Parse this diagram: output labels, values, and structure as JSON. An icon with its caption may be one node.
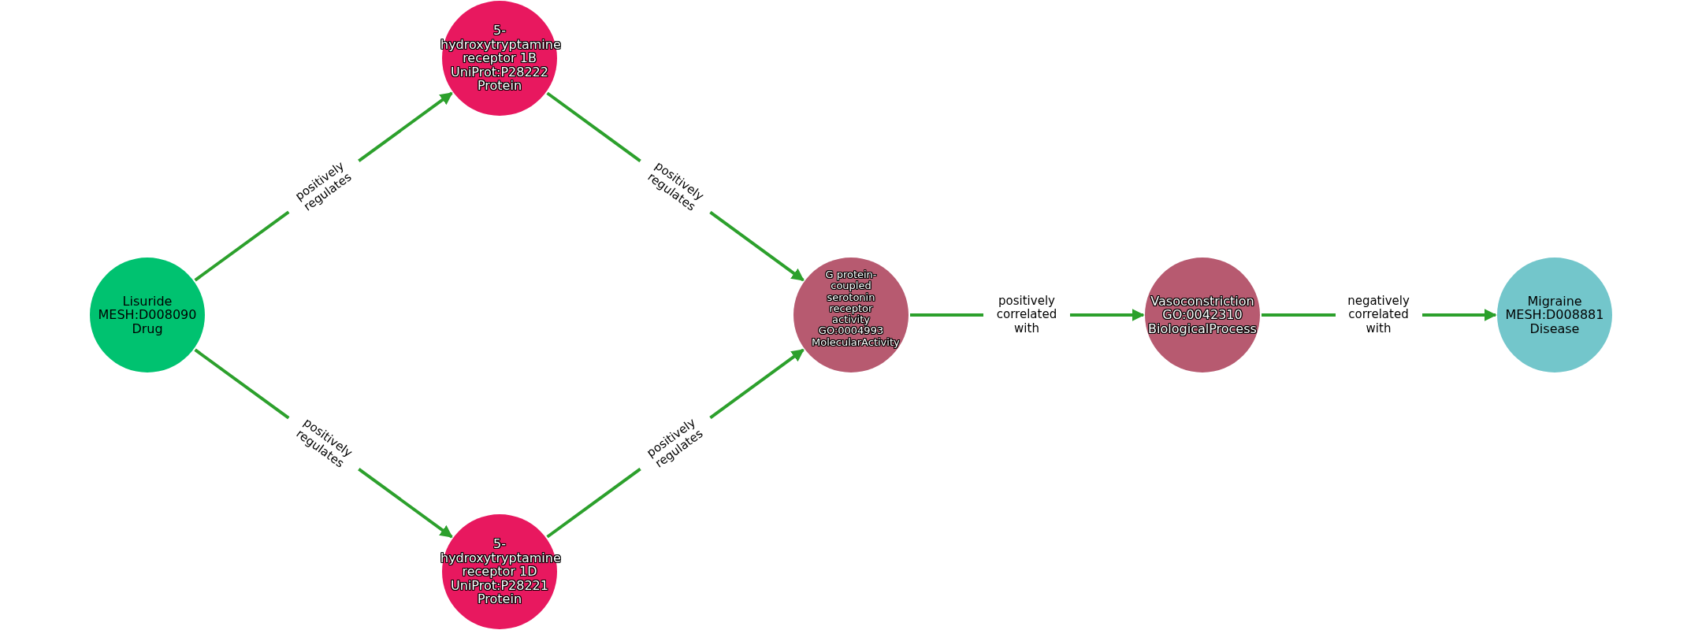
{
  "diagram": {
    "nodes": [
      {
        "text": [
          "Lisuride",
          "MESH:D008090",
          "Drug"
        ]
      },
      {
        "text": [
          "5- hydroxytryptamine receptor 1B",
          "UniProt:P28222",
          "Protein"
        ]
      },
      {
        "text": [
          "5- hydroxytryptamine receptor 1D",
          "UniProt:P28221",
          "Protein"
        ]
      },
      {
        "text": [
          "G protein- coupled serotonin receptor activity",
          "GO:0004993",
          "MolecularActivity"
        ]
      },
      {
        "text": [
          "Vasoconstriction",
          "GO:0042310",
          "BiologicalProcess"
        ]
      },
      {
        "text": [
          "Migraine",
          "MESH:D008881",
          "Disease"
        ]
      }
    ],
    "edges": [
      {
        "from": 0,
        "to": 1,
        "arrow": "to",
        "label": "positively regulates"
      },
      {
        "from": 0,
        "to": 2,
        "arrow": "to",
        "label": "positively regulates"
      },
      {
        "from": 1,
        "to": 3,
        "arrow": "to",
        "label": "positively regulates"
      },
      {
        "from": 2,
        "to": 3,
        "arrow": "to",
        "label": "positively regulates"
      },
      {
        "from": 3,
        "to": 4,
        "arrow": "to",
        "label": "positively correlated with"
      },
      {
        "from": 4,
        "to": 5,
        "arrow": "to",
        "label": "negatively correlated with"
      }
    ]
  }
}
